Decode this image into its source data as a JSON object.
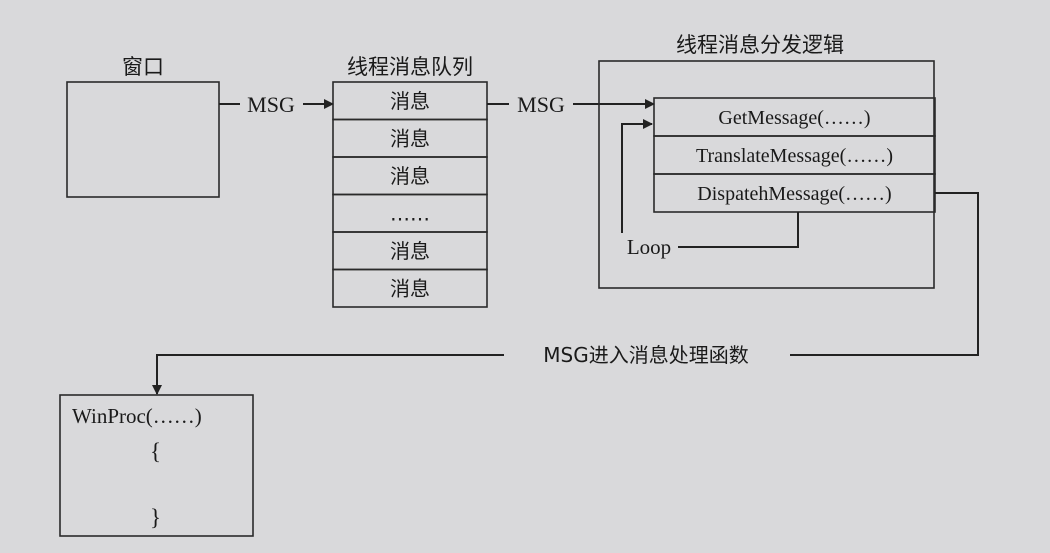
{
  "diagram": {
    "window_label": "窗口",
    "queue_title": "线程消息队列",
    "queue_items": [
      "消息",
      "消息",
      "消息",
      "……",
      "消息",
      "消息"
    ],
    "dispatch_title": "线程消息分发逻辑",
    "dispatch_functions": [
      "GetMessage(……)",
      "TranslateMessage(……)",
      "DispatehMessage(……)"
    ],
    "msg_label_1": "MSG",
    "msg_label_2": "MSG",
    "loop_label": "Loop",
    "winproc_label": "MSG进入消息处理函数",
    "winproc_lines": [
      "WinProc(……)",
      "{",
      "}"
    ]
  },
  "colors": {
    "background": "#d9d9db",
    "ink": "#1a1a1a"
  }
}
